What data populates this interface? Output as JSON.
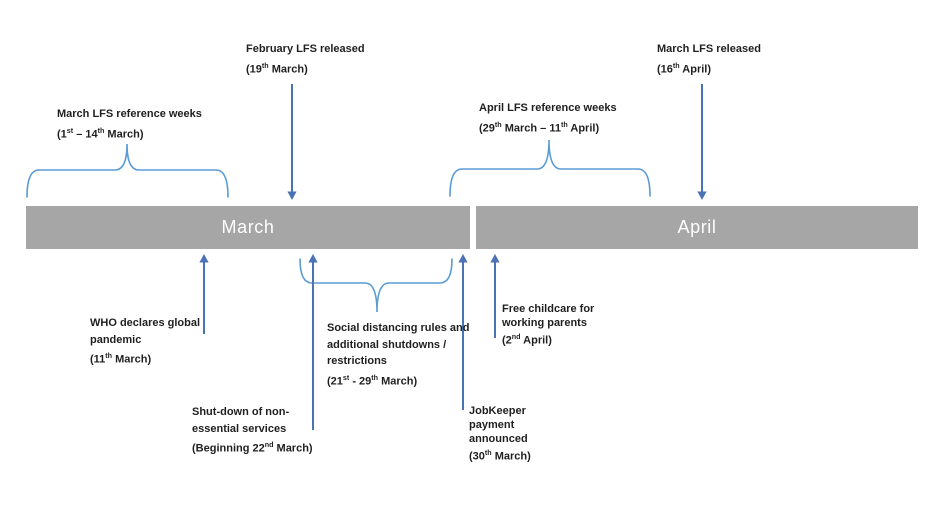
{
  "colors": {
    "background": "#ffffff",
    "bar": "#a6a6a6",
    "bar_label": "#fdfdfd",
    "arrow": "#4a72b4",
    "brace": "#5b9bd5",
    "text": "#1f1f1f"
  },
  "timeline": {
    "bars": [
      {
        "label": "March"
      },
      {
        "label": "April"
      }
    ]
  },
  "annotations": {
    "feb_lfs_released": {
      "line1": "February LFS released",
      "line2_parts": [
        "(19",
        "th",
        " March)"
      ]
    },
    "march_lfs_released": {
      "line1": "March LFS released",
      "line2_parts": [
        "(16",
        "th",
        " April)"
      ]
    },
    "march_ref_weeks": {
      "line1": "March LFS reference weeks",
      "line2_parts": [
        "(1",
        "st",
        " – 14",
        "th",
        " March)"
      ]
    },
    "april_ref_weeks": {
      "line1": "April LFS reference weeks",
      "line2_parts": [
        "(29",
        "th",
        " March – 11",
        "th",
        " April)"
      ]
    },
    "who_pandemic": {
      "line1": "WHO declares global",
      "line2": "pandemic",
      "line3_parts": [
        "(11",
        "th",
        " March)"
      ]
    },
    "shutdown": {
      "line1": "Shut-down of non-",
      "line2": "essential services",
      "line3_parts": [
        "(Beginning 22",
        "nd",
        " March)"
      ]
    },
    "social_distancing": {
      "line1": "Social distancing rules and",
      "line2": "additional shutdowns /",
      "line3": "restrictions",
      "line4_parts": [
        "(21",
        "st",
        " - 29",
        "th",
        " March)"
      ]
    },
    "jobkeeper": {
      "line1": "JobKeeper",
      "line2": "payment",
      "line3": "announced",
      "line4_parts": [
        "(30",
        "th",
        " March)"
      ]
    },
    "free_childcare": {
      "line1": "Free childcare for",
      "line2": "working parents",
      "line3_parts": [
        "(2",
        "nd",
        " April)"
      ]
    }
  }
}
